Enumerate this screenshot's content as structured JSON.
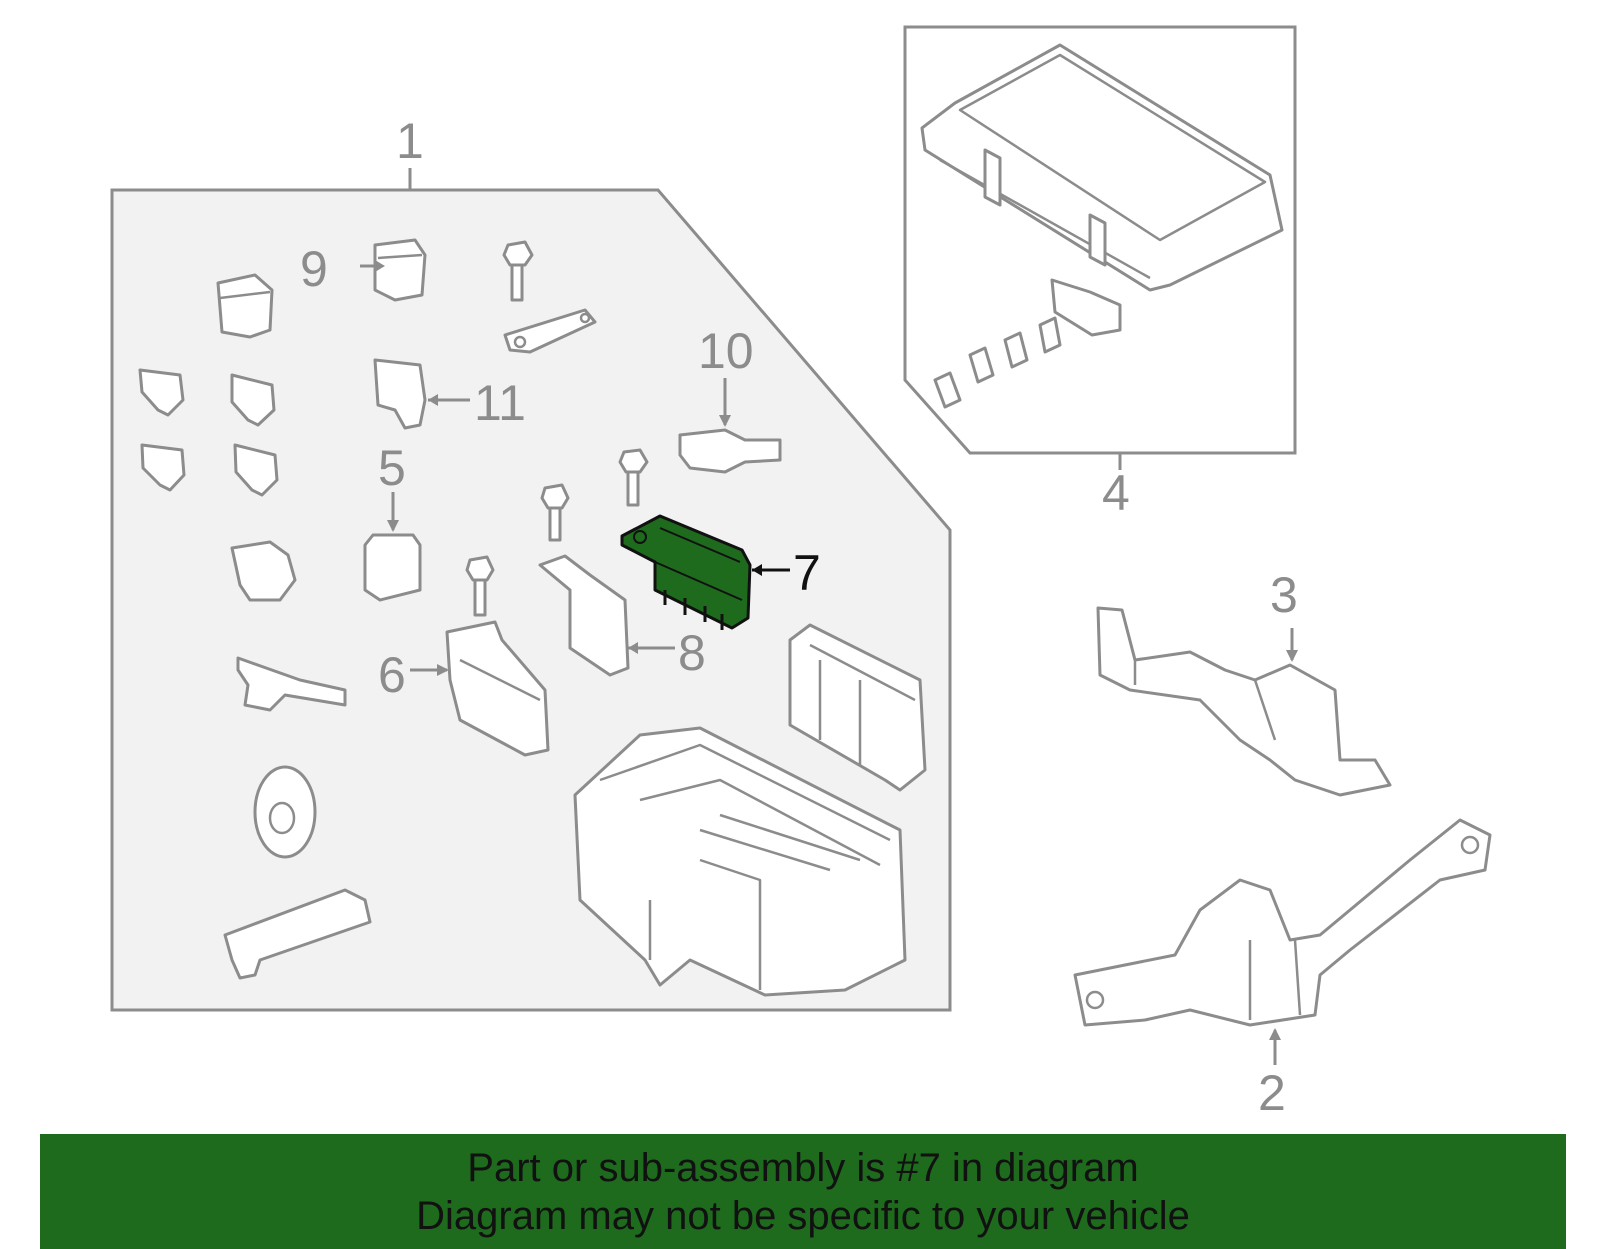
{
  "callouts": {
    "c1": "1",
    "c2": "2",
    "c3": "3",
    "c4": "4",
    "c5": "5",
    "c6": "6",
    "c7": "7",
    "c8": "8",
    "c9": "9",
    "c10": "10",
    "c11": "11"
  },
  "highlight": {
    "part_number": "7",
    "color": "#1e6b1e"
  },
  "banner": {
    "line1": "Part or sub-assembly is #7 in diagram",
    "line2": "Diagram may not be specific to your vehicle",
    "background": "#1e6b1e"
  }
}
